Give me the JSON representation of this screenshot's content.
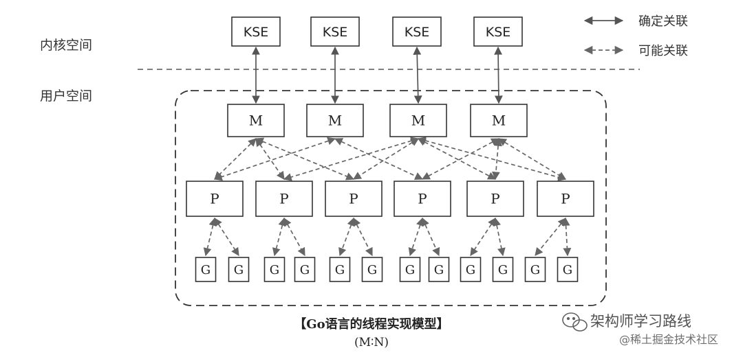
{
  "labels": {
    "kernel_space": "内核空间",
    "user_space": "用户空间"
  },
  "legend": {
    "solid_label": "确定关联",
    "dashed_label": "可能关联"
  },
  "nodes": {
    "kse": [
      "KSE",
      "KSE",
      "KSE",
      "KSE"
    ],
    "m": [
      "M",
      "M",
      "M",
      "M"
    ],
    "p": [
      "P",
      "P",
      "P",
      "P",
      "P",
      "P"
    ],
    "g": [
      "G",
      "G",
      "G",
      "G",
      "G",
      "G",
      "G",
      "G",
      "G",
      "G",
      "G",
      "G"
    ]
  },
  "caption": {
    "title": "【Go语言的线程实现模型】",
    "subtitle": "(M∶N)"
  },
  "watermark": {
    "brand": "架构师学习路线",
    "source": "@稀土掘金技术社区"
  },
  "colors": {
    "line": "#555555",
    "box_stroke": "#333333",
    "text": "#222222"
  }
}
